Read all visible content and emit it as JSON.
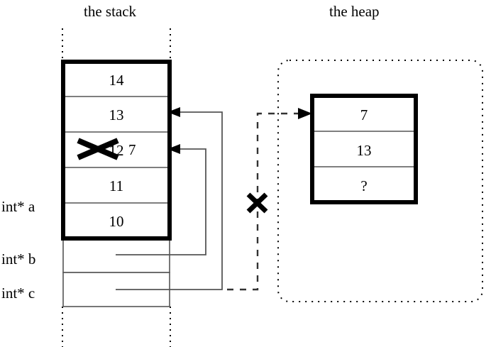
{
  "diagram": {
    "title_stack": "the stack",
    "title_heap": "the heap",
    "stack": {
      "region_label": "stack-region",
      "cells": [
        {
          "value": "14",
          "struck": false
        },
        {
          "value": "13",
          "struck": false
        },
        {
          "value": "12",
          "struck": true,
          "replacement": "7"
        },
        {
          "value": "11",
          "struck": false
        },
        {
          "value": "10",
          "struck": false
        }
      ],
      "pointers": [
        {
          "name": "a",
          "label": "int* a"
        },
        {
          "name": "b",
          "label": "int* b"
        },
        {
          "name": "c",
          "label": "int* c"
        }
      ]
    },
    "heap": {
      "region_label": "heap-region",
      "cells": [
        {
          "value": "7"
        },
        {
          "value": "13"
        },
        {
          "value": "?"
        }
      ]
    },
    "marks": {
      "struck_cell_mark": "x-cross-mark",
      "dangling_pointer_mark": "x-cross-mark"
    },
    "colors": {
      "ink": "#000000",
      "background": "#ffffff",
      "thin_line": "#555555"
    }
  }
}
